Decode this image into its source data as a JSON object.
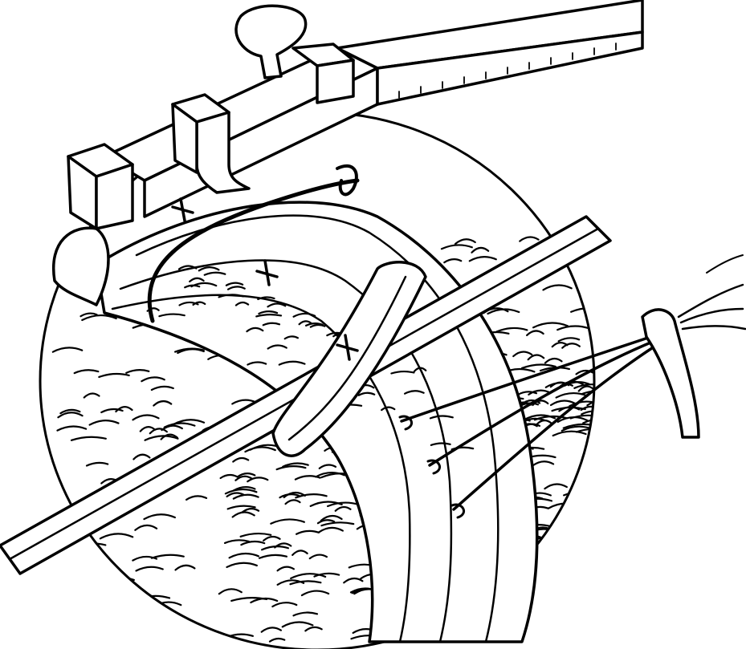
{
  "illustration": {
    "style": "black line drawing on white",
    "colors": {
      "ink": "#000000",
      "paper": "#ffffff"
    },
    "icons": [
      "circular-field-outline",
      "tubular-structure",
      "retractor-bar",
      "clamp-knob",
      "probe-rod",
      "encircling-band",
      "suture-thread",
      "suture-bundle-clamp"
    ]
  }
}
